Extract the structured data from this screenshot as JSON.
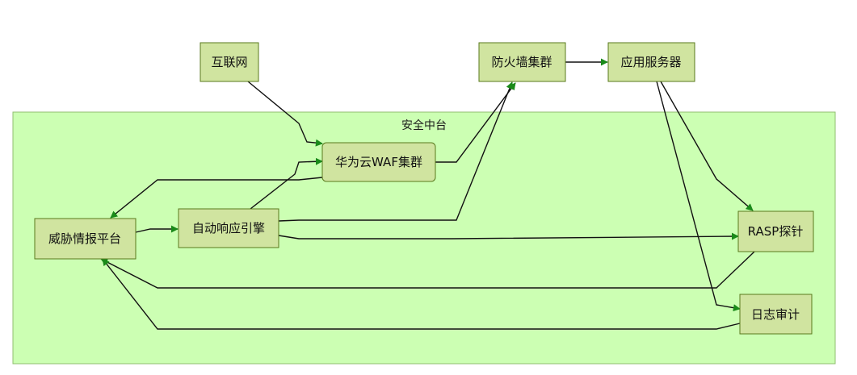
{
  "cluster": {
    "label": "安全中台"
  },
  "nodes": {
    "internet": "互联网",
    "firewall": "防火墙集群",
    "app_server": "应用服务器",
    "waf": "华为云WAF集群",
    "threat_intel": "威胁情报平台",
    "auto_response": "自动响应引擎",
    "rasp": "RASP探针",
    "audit": "日志审计"
  },
  "colors": {
    "cluster_fill": "#ccffb3",
    "cluster_stroke": "#8fbf6f",
    "node_fill": "#d0e4a0",
    "node_stroke": "#5a7a1e",
    "edge": "#111111",
    "arrowhead": "#1a8a1a"
  }
}
